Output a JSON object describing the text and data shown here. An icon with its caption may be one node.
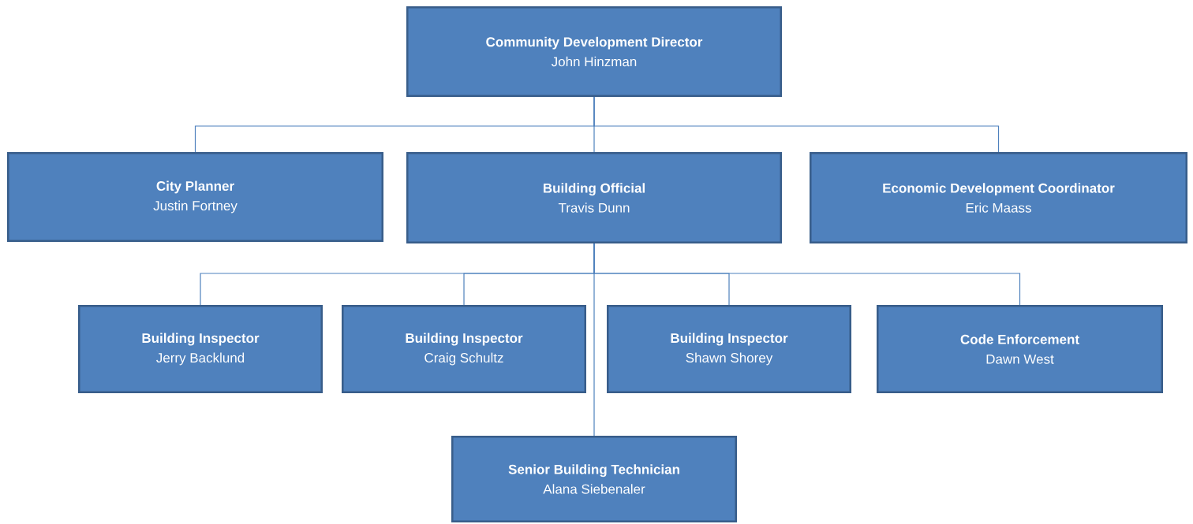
{
  "diagram": {
    "nodes": [
      {
        "text": [
          "Community Development Director",
          "John Hinzman"
        ]
      },
      {
        "text": [
          "City Planner",
          "Justin Fortney"
        ]
      },
      {
        "text": [
          "Building Official",
          "Travis Dunn"
        ]
      },
      {
        "text": [
          "Economic Development Coordinator",
          "Eric Maass"
        ]
      },
      {
        "text": [
          "Building Inspector",
          "Jerry Backlund"
        ]
      },
      {
        "text": [
          "Building Inspector",
          "Craig Schultz"
        ]
      },
      {
        "text": [
          "Building Inspector",
          "Shawn Shorey"
        ]
      },
      {
        "text": [
          "Code Enforcement",
          "Dawn West"
        ]
      },
      {
        "text": [
          "Senior Building Technician",
          "Alana Siebenaler"
        ]
      }
    ],
    "edges": [
      {
        "from": 0,
        "to": 1,
        "arrow": "none"
      },
      {
        "from": 0,
        "to": 2,
        "arrow": "none"
      },
      {
        "from": 0,
        "to": 3,
        "arrow": "none"
      },
      {
        "from": 2,
        "to": 4,
        "arrow": "none"
      },
      {
        "from": 2,
        "to": 5,
        "arrow": "none"
      },
      {
        "from": 2,
        "to": 6,
        "arrow": "none"
      },
      {
        "from": 2,
        "to": 7,
        "arrow": "none"
      },
      {
        "from": 2,
        "to": 8,
        "arrow": "none"
      }
    ]
  }
}
